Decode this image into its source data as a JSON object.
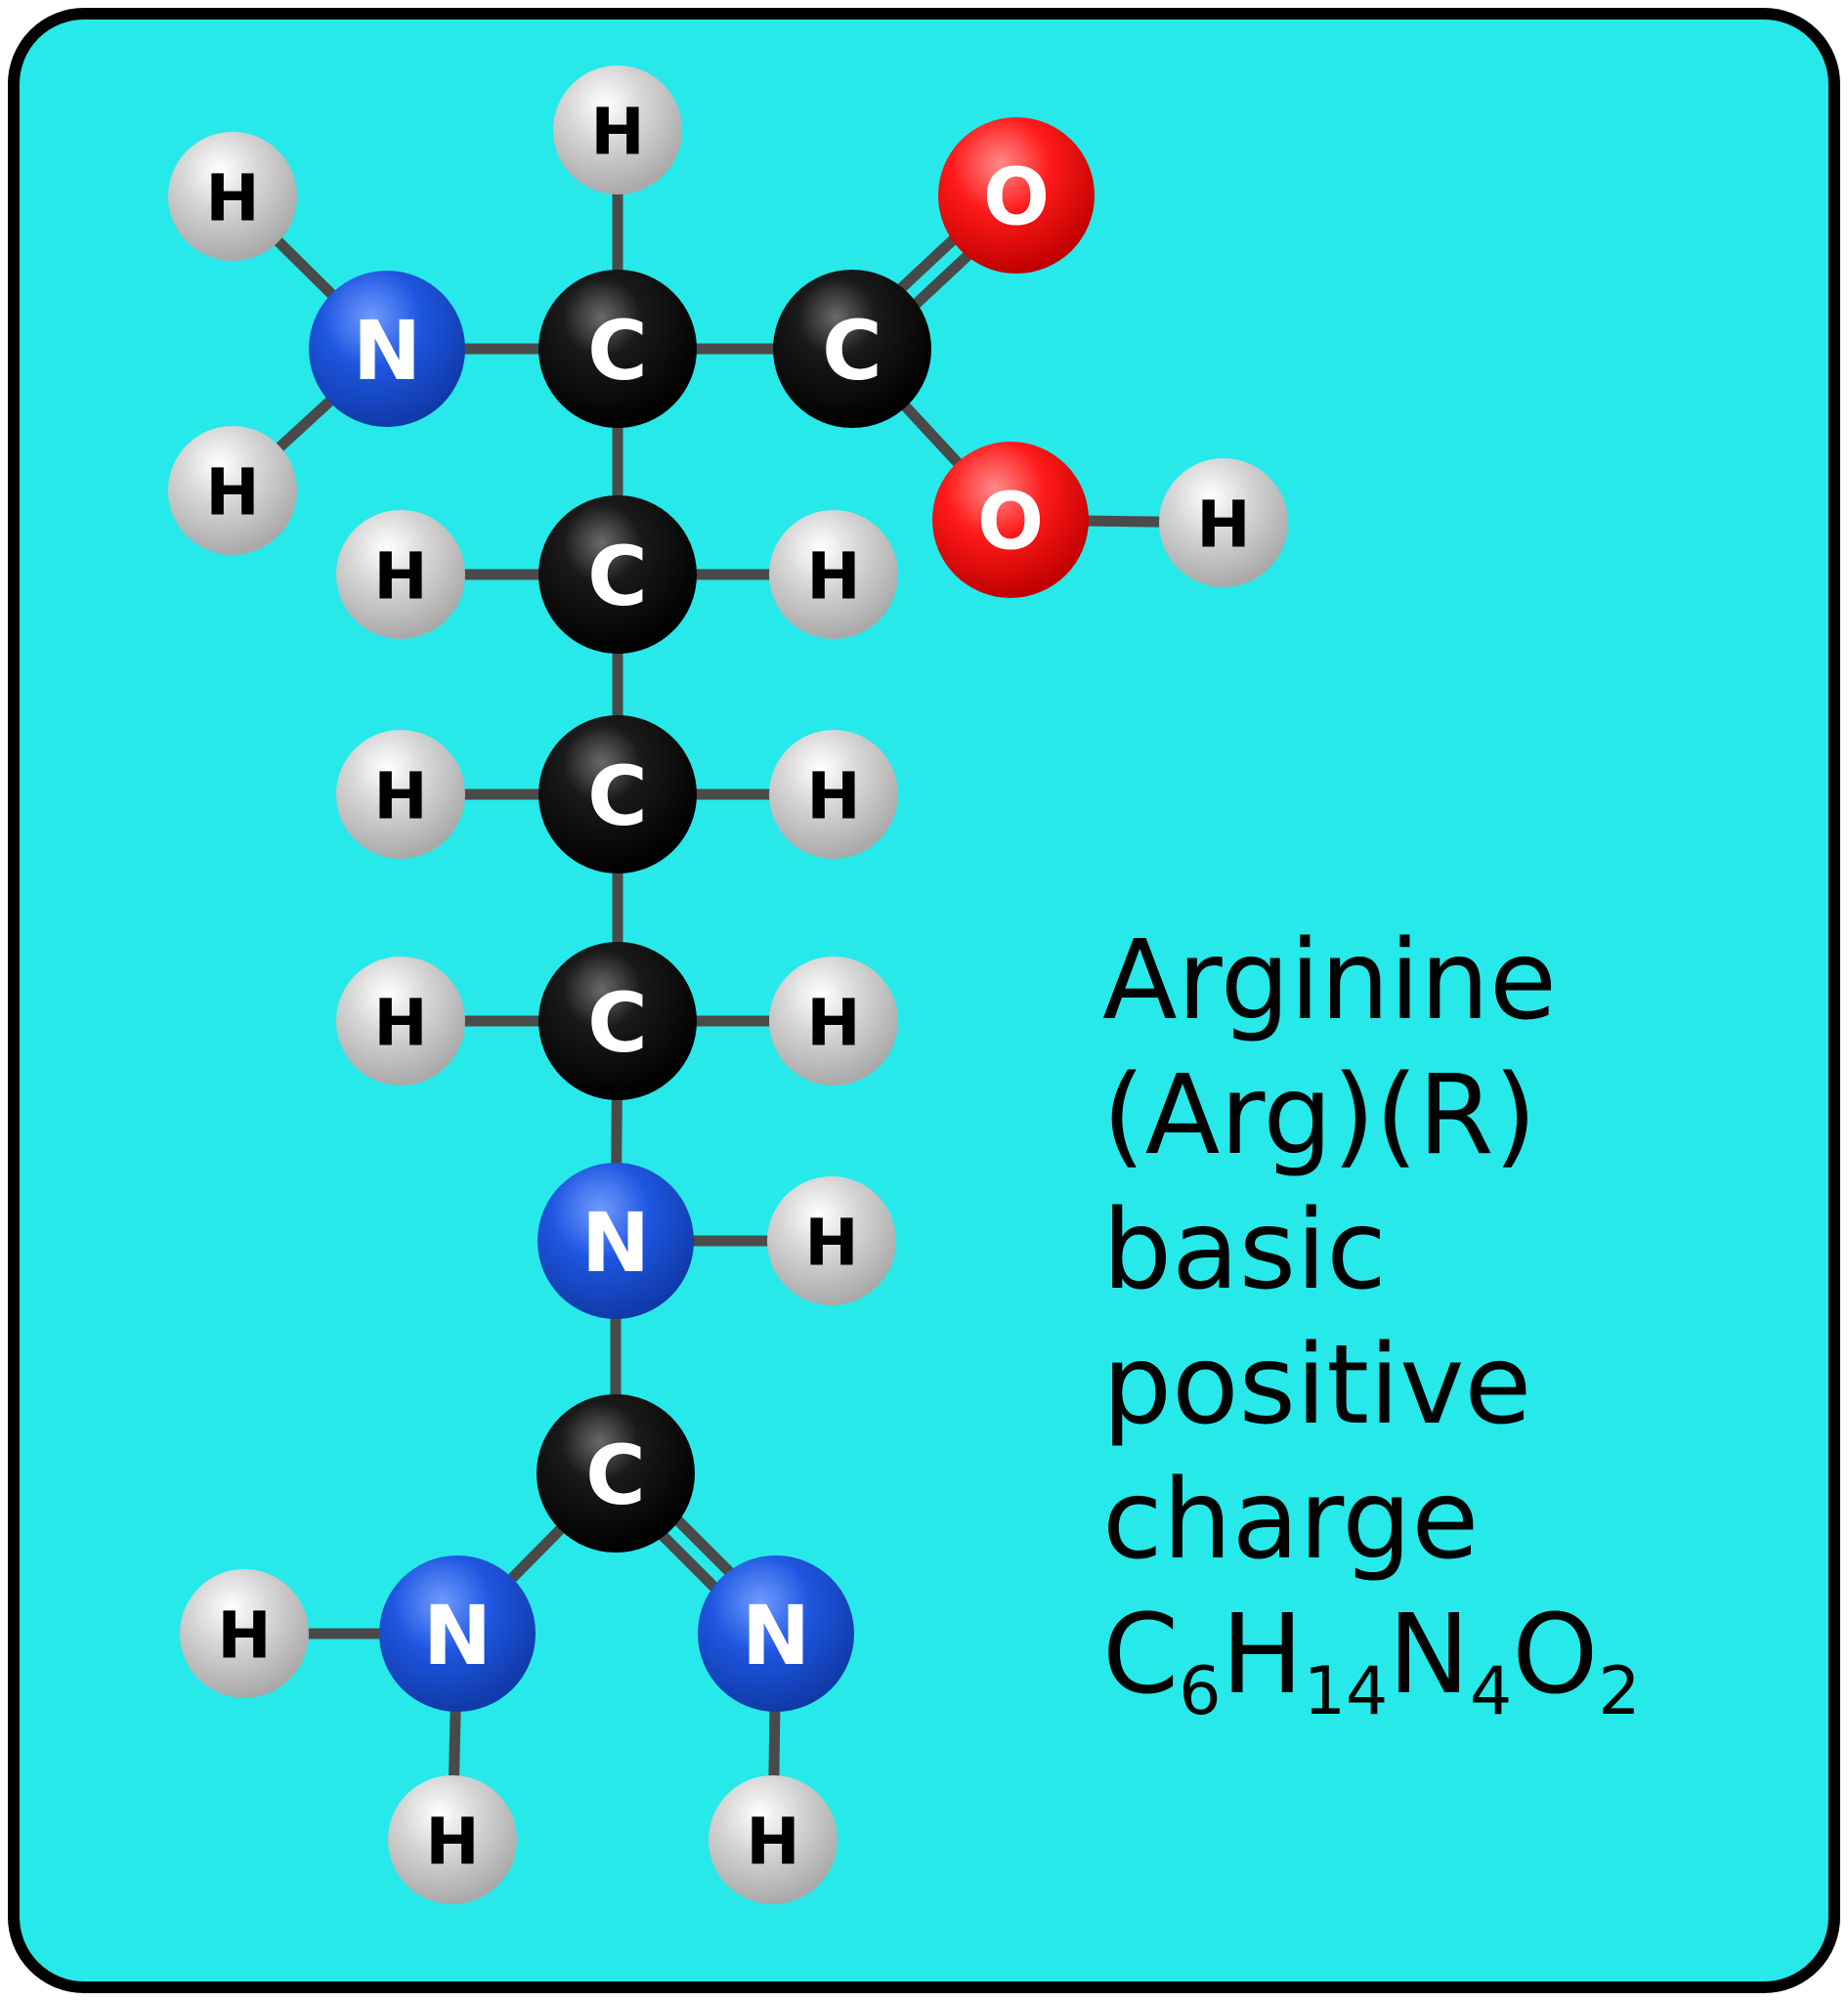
{
  "colors": {
    "background": "#27e9e9",
    "border": "#000000",
    "bond": "#4a4a4a",
    "carbon": "#000000",
    "hydrogen": "#c9c9c9",
    "nitrogen": "#1a4ed6",
    "oxygen": "#ff0000"
  },
  "atoms": [
    {
      "id": "n_amino",
      "element": "N",
      "label": "N"
    },
    {
      "id": "h_amino_1",
      "element": "H",
      "label": "H"
    },
    {
      "id": "h_amino_2",
      "element": "H",
      "label": "H"
    },
    {
      "id": "c_alpha",
      "element": "C",
      "label": "C"
    },
    {
      "id": "h_alpha",
      "element": "H",
      "label": "H"
    },
    {
      "id": "c_carboxyl",
      "element": "C",
      "label": "C"
    },
    {
      "id": "o_double",
      "element": "O",
      "label": "O"
    },
    {
      "id": "o_hydroxyl",
      "element": "O",
      "label": "O"
    },
    {
      "id": "h_hydroxyl",
      "element": "H",
      "label": "H"
    },
    {
      "id": "c_beta",
      "element": "C",
      "label": "C"
    },
    {
      "id": "h_beta_l",
      "element": "H",
      "label": "H"
    },
    {
      "id": "h_beta_r",
      "element": "H",
      "label": "H"
    },
    {
      "id": "c_gamma",
      "element": "C",
      "label": "C"
    },
    {
      "id": "h_gamma_l",
      "element": "H",
      "label": "H"
    },
    {
      "id": "h_gamma_r",
      "element": "H",
      "label": "H"
    },
    {
      "id": "c_delta",
      "element": "C",
      "label": "C"
    },
    {
      "id": "h_delta_l",
      "element": "H",
      "label": "H"
    },
    {
      "id": "h_delta_r",
      "element": "H",
      "label": "H"
    },
    {
      "id": "n_epsilon",
      "element": "N",
      "label": "N"
    },
    {
      "id": "h_epsilon",
      "element": "H",
      "label": "H"
    },
    {
      "id": "c_guan",
      "element": "C",
      "label": "C"
    },
    {
      "id": "n_eta_1",
      "element": "N",
      "label": "N"
    },
    {
      "id": "h_eta_1a",
      "element": "H",
      "label": "H"
    },
    {
      "id": "h_eta_1b",
      "element": "H",
      "label": "H"
    },
    {
      "id": "n_eta_2",
      "element": "N",
      "label": "N"
    },
    {
      "id": "h_eta_2",
      "element": "H",
      "label": "H"
    }
  ],
  "bonds": [
    {
      "from": "n_amino",
      "to": "h_amino_1",
      "order": 1
    },
    {
      "from": "n_amino",
      "to": "h_amino_2",
      "order": 1
    },
    {
      "from": "n_amino",
      "to": "c_alpha",
      "order": 1
    },
    {
      "from": "c_alpha",
      "to": "h_alpha",
      "order": 1
    },
    {
      "from": "c_alpha",
      "to": "c_carboxyl",
      "order": 1
    },
    {
      "from": "c_carboxyl",
      "to": "o_double",
      "order": 2
    },
    {
      "from": "c_carboxyl",
      "to": "o_hydroxyl",
      "order": 1
    },
    {
      "from": "o_hydroxyl",
      "to": "h_hydroxyl",
      "order": 1
    },
    {
      "from": "c_alpha",
      "to": "c_beta",
      "order": 1
    },
    {
      "from": "c_beta",
      "to": "h_beta_l",
      "order": 1
    },
    {
      "from": "c_beta",
      "to": "h_beta_r",
      "order": 1
    },
    {
      "from": "c_beta",
      "to": "c_gamma",
      "order": 1
    },
    {
      "from": "c_gamma",
      "to": "h_gamma_l",
      "order": 1
    },
    {
      "from": "c_gamma",
      "to": "h_gamma_r",
      "order": 1
    },
    {
      "from": "c_gamma",
      "to": "c_delta",
      "order": 1
    },
    {
      "from": "c_delta",
      "to": "h_delta_l",
      "order": 1
    },
    {
      "from": "c_delta",
      "to": "h_delta_r",
      "order": 1
    },
    {
      "from": "c_delta",
      "to": "n_epsilon",
      "order": 1
    },
    {
      "from": "n_epsilon",
      "to": "h_epsilon",
      "order": 1
    },
    {
      "from": "n_epsilon",
      "to": "c_guan",
      "order": 1
    },
    {
      "from": "c_guan",
      "to": "n_eta_1",
      "order": 1
    },
    {
      "from": "c_guan",
      "to": "n_eta_2",
      "order": 2
    },
    {
      "from": "n_eta_1",
      "to": "h_eta_1a",
      "order": 1
    },
    {
      "from": "n_eta_1",
      "to": "h_eta_1b",
      "order": 1
    },
    {
      "from": "n_eta_2",
      "to": "h_eta_2",
      "order": 1
    }
  ],
  "caption": {
    "name": "Arginine",
    "abbreviation": "(Arg)(R)",
    "property_1": "basic",
    "property_2": "positive",
    "property_3": "charge",
    "formula": {
      "c": "C",
      "c_n": "6",
      "h": "H",
      "h_n": "14",
      "n": "N",
      "n_n": "4",
      "o": "O",
      "o_n": "2"
    }
  }
}
